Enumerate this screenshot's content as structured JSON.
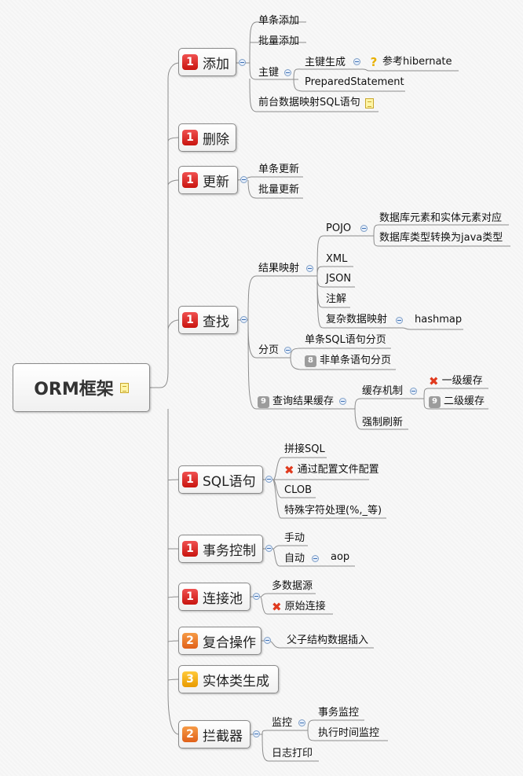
{
  "root": {
    "label": "ORM框架"
  },
  "branches": {
    "add": {
      "badge": "1",
      "label": "添加",
      "items": [
        "单条添加",
        "批量添加",
        "主键",
        "主键生成",
        "参考hibernate",
        "PreparedStatement",
        "前台数据映射SQL语句"
      ]
    },
    "delete": {
      "badge": "1",
      "label": "删除"
    },
    "update": {
      "badge": "1",
      "label": "更新",
      "items": [
        "单条更新",
        "批量更新"
      ]
    },
    "find": {
      "badge": "1",
      "label": "查找",
      "items": [
        "结果映射",
        "POJO",
        "数据库元素和实体元素对应",
        "数据库类型转换为java类型",
        "XML",
        "JSON",
        "注解",
        "复杂数据映射",
        "hashmap",
        "分页",
        "单条SQL语句分页",
        "非单条语句分页",
        "查询结果缓存",
        "缓存机制",
        "一级缓存",
        "二级缓存",
        "强制刷新"
      ],
      "badges": {
        "page": "8",
        "cache": "9",
        "level2": "9"
      }
    },
    "sql": {
      "badge": "1",
      "label": "SQL语句",
      "items": [
        "拼接SQL",
        "通过配置文件配置",
        "CLOB",
        "特殊字符处理(%,_等)"
      ]
    },
    "tx": {
      "badge": "1",
      "label": "事务控制",
      "items": [
        "手动",
        "自动",
        "aop"
      ]
    },
    "pool": {
      "badge": "1",
      "label": "连接池",
      "items": [
        "多数据源",
        "原始连接"
      ]
    },
    "compound": {
      "badge": "2",
      "label": "复合操作",
      "items": [
        "父子结构数据插入"
      ]
    },
    "entity": {
      "badge": "3",
      "label": "实体类生成"
    },
    "interceptor": {
      "badge": "2",
      "label": "拦截器",
      "items": [
        "监控",
        "事务监控",
        "执行时间监控",
        "日志打印"
      ]
    }
  },
  "icons": {
    "note": "note-icon",
    "question": "question-icon",
    "cross": "cross-icon",
    "collapse": "collapse-icon"
  },
  "colors": {
    "line": "#8b8b8b",
    "badge1": "#d42a1f",
    "badge2": "#ea7424",
    "badge3": "#f0a800"
  }
}
